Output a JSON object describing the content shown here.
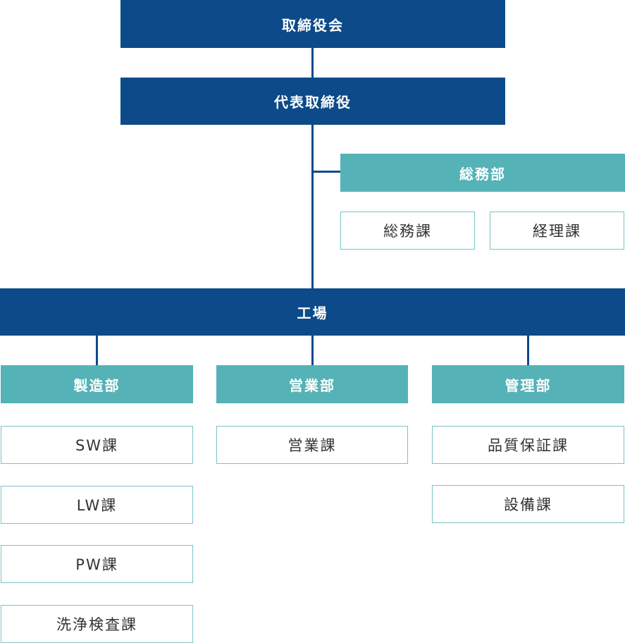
{
  "board": "取締役会",
  "president": "代表取締役",
  "general_affairs": {
    "title": "総務部",
    "sections": [
      "総務課",
      "経理課"
    ]
  },
  "factory": "工場",
  "manufacturing": {
    "title": "製造部",
    "sections": [
      "SW課",
      "LW課",
      "PW課",
      "洗浄検査課"
    ]
  },
  "sales": {
    "title": "営業部",
    "sections": [
      "営業課"
    ]
  },
  "management": {
    "title": "管理部",
    "sections": [
      "品質保証課",
      "設備課"
    ]
  },
  "colors": {
    "navy": "#0c4a8a",
    "teal": "#55b2b6",
    "outline": "#7cc3c6"
  }
}
